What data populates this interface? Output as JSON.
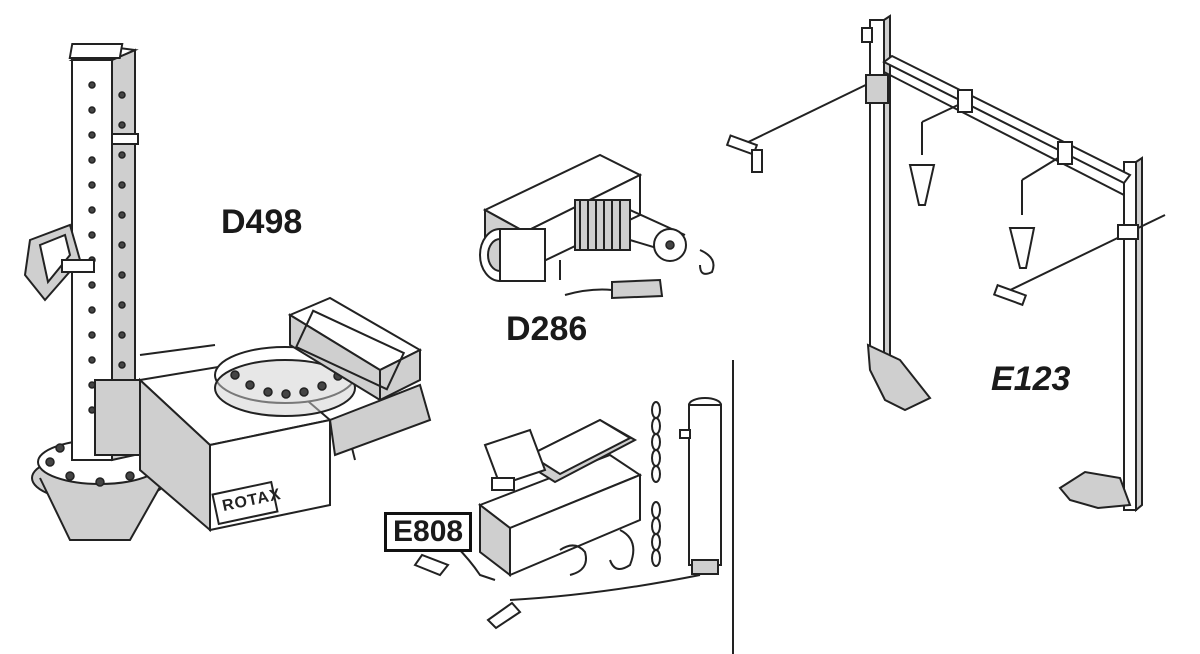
{
  "products": [
    {
      "code": "D498",
      "name_on_part": "ROTAX"
    },
    {
      "code": "D286"
    },
    {
      "code": "E808"
    },
    {
      "code": "E123"
    }
  ]
}
